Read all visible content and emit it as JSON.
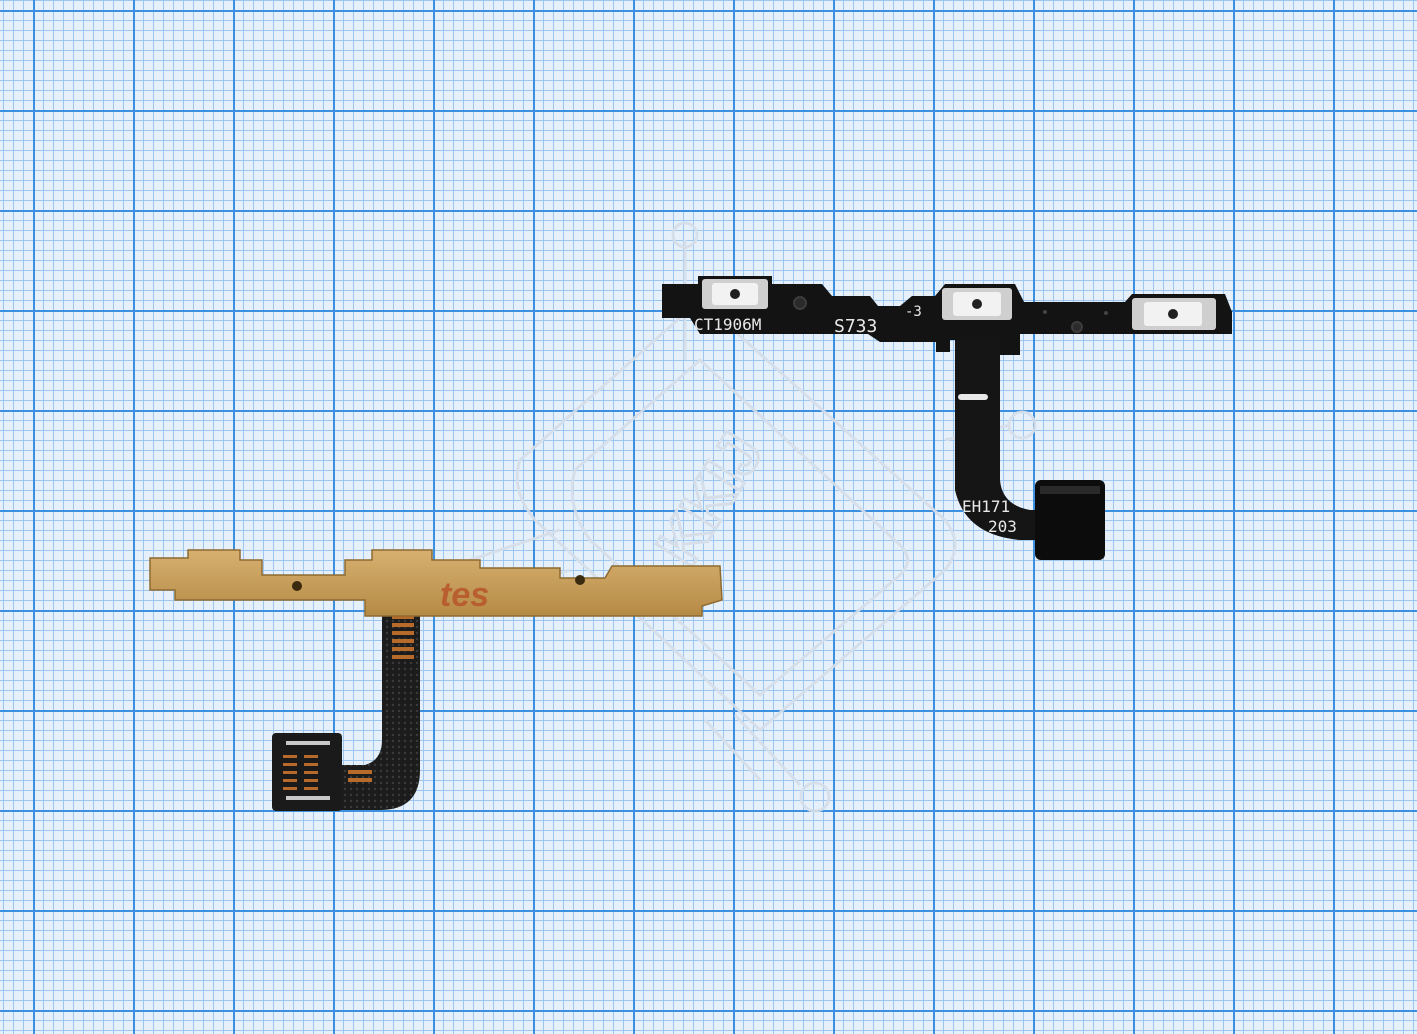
{
  "photo": {
    "description_colors": {
      "grid_major": "#3d8fe0",
      "grid_minor": "#9cc6ef",
      "paper": "#e6f0fb",
      "pcb_black": "#141414",
      "stiffener_gold": "#c9a05a",
      "contact_copper": "#b86a2a",
      "watermark_line": "#d3dde8"
    }
  },
  "right_part": {
    "marking_model": "CT1906M",
    "marking_code": "S733",
    "marking_rev": "-3",
    "tail_marking_line1": "EH171",
    "tail_marking_line2": "203"
  },
  "left_part": {
    "stamp_text": "tes"
  },
  "watermark": {
    "text": "KKIJ"
  }
}
